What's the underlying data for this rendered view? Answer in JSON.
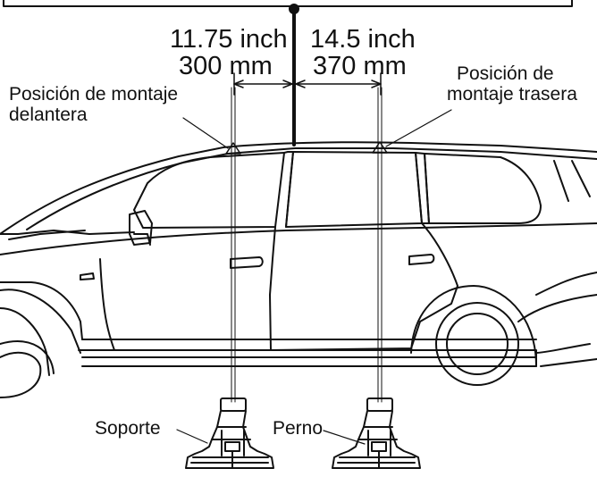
{
  "measurements": {
    "front_inch": "11.75 inch",
    "front_mm": "300 mm",
    "rear_inch": "14.5 inch",
    "rear_mm": "370 mm"
  },
  "labels": {
    "front_position_line1": "Posición de montaje",
    "front_position_line2": "delantera",
    "rear_position_line1": "Posición de",
    "rear_position_line2": "montaje trasera",
    "support": "Soporte",
    "bolt": "Perno"
  },
  "colors": {
    "ink": "#111111",
    "background": "#ffffff"
  }
}
